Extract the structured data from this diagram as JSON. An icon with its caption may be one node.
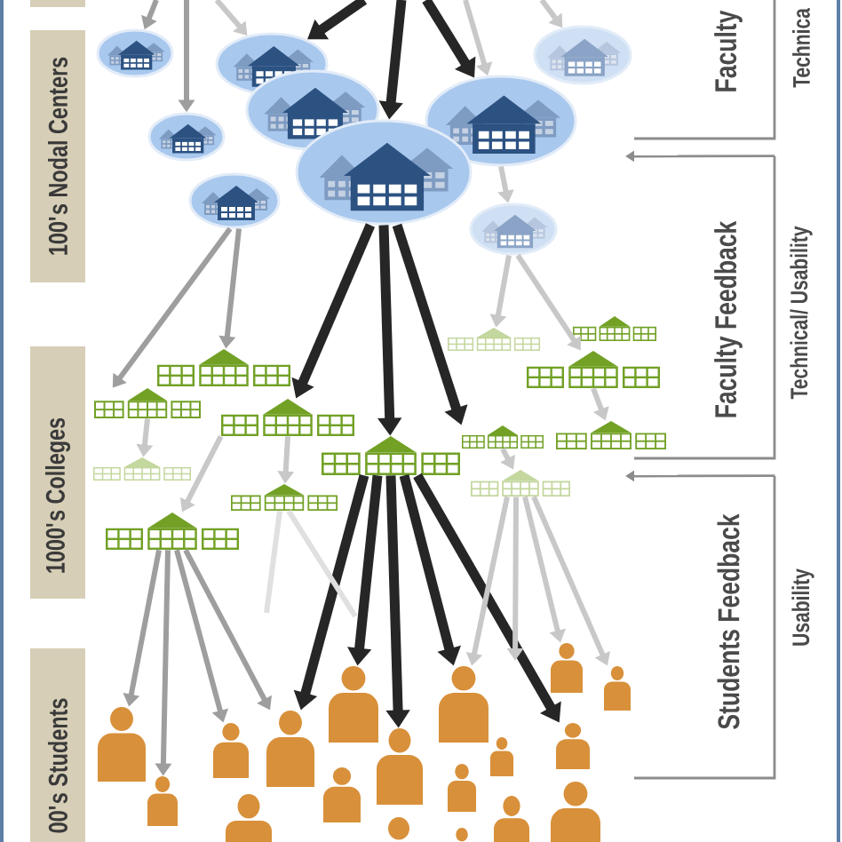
{
  "diagram": {
    "nodes": [
      {
        "text": [],
        "shape": "box"
      },
      {
        "text": [
          "100's Nodal Centers"
        ]
      },
      {
        "text": [
          "1000's Colleges"
        ]
      },
      {
        "text": [
          "00's Students"
        ]
      },
      {
        "text": [
          "Faculty"
        ],
        "beside": [
          "Technica"
        ]
      },
      {
        "text": [
          "Faculty Feedback"
        ],
        "beside": [
          "Technical/ Usability"
        ]
      },
      {
        "text": [
          "Students Feedback"
        ],
        "beside": [
          "Usability"
        ]
      },
      {
        "text": [],
        "shape": "picture"
      },
      {
        "text": [],
        "shape": "picture"
      },
      {
        "text": [],
        "shape": "picture"
      },
      {
        "text": [],
        "shape": "picture"
      },
      {
        "text": [],
        "shape": "picture"
      },
      {
        "text": [],
        "shape": "picture"
      },
      {
        "text": [],
        "shape": "picture"
      },
      {
        "text": [],
        "shape": "picture"
      },
      {
        "text": [],
        "shape": "picture"
      },
      {
        "text": [],
        "shape": "picture"
      },
      {
        "text": [],
        "shape": "picture"
      },
      {
        "text": [],
        "shape": "picture"
      },
      {
        "text": [],
        "shape": "picture"
      },
      {
        "text": [],
        "shape": "picture"
      },
      {
        "text": [],
        "shape": "picture"
      },
      {
        "text": [],
        "shape": "picture"
      },
      {
        "text": [],
        "shape": "picture"
      },
      {
        "text": [],
        "shape": "picture"
      },
      {
        "text": [],
        "shape": "picture"
      },
      {
        "text": [],
        "shape": "picture"
      },
      {
        "text": [],
        "shape": "picture"
      },
      {
        "text": [],
        "shape": "picture"
      },
      {
        "text": [],
        "shape": "person"
      },
      {
        "text": [],
        "shape": "person"
      },
      {
        "text": [],
        "shape": "person"
      },
      {
        "text": [],
        "shape": "person"
      },
      {
        "text": [],
        "shape": "person"
      },
      {
        "text": [],
        "shape": "person"
      },
      {
        "text": [],
        "shape": "person"
      },
      {
        "text": [],
        "shape": "person"
      },
      {
        "text": [],
        "shape": "person"
      },
      {
        "text": [],
        "shape": "person"
      },
      {
        "text": [],
        "shape": "person"
      },
      {
        "text": [],
        "shape": "person"
      },
      {
        "text": [],
        "shape": "person"
      },
      {
        "text": [],
        "shape": "person"
      },
      {
        "text": [],
        "shape": "person"
      },
      {
        "text": [],
        "shape": "person"
      },
      {
        "text": [],
        "shape": "person"
      },
      {
        "text": [],
        "shape": "person"
      }
    ],
    "edges": [
      {
        "from": null,
        "to": 7,
        "arrow": "to",
        "color": "#9e9e9e"
      },
      {
        "from": null,
        "to": 8,
        "arrow": "to"
      },
      {
        "from": null,
        "to": 10,
        "arrow": "to",
        "color": "#9e9e9e"
      },
      {
        "from": null,
        "to": 8,
        "arrow": "to",
        "style": "thick",
        "color": "#262626"
      },
      {
        "from": null,
        "to": 11,
        "arrow": "to",
        "style": "thick",
        "color": "#262626"
      },
      {
        "from": null,
        "to": 12,
        "arrow": "to",
        "style": "thick",
        "color": "#262626"
      },
      {
        "from": null,
        "to": 12,
        "arrow": "to"
      },
      {
        "from": null,
        "to": 13,
        "arrow": "to"
      },
      {
        "from": 12,
        "to": 15,
        "arrow": "to"
      },
      {
        "from": 14,
        "to": 16,
        "arrow": "to",
        "color": "#9e9e9e"
      },
      {
        "from": 14,
        "to": 17,
        "arrow": "to",
        "color": "#9e9e9e"
      },
      {
        "from": 11,
        "to": 21,
        "arrow": "to",
        "style": "thick",
        "color": "#262626"
      },
      {
        "from": 11,
        "to": 22,
        "arrow": "to",
        "style": "thick",
        "color": "#262626"
      },
      {
        "from": 11,
        "to": 23,
        "arrow": "to",
        "style": "thick",
        "color": "#262626"
      },
      {
        "from": 15,
        "to": 18,
        "arrow": "to"
      },
      {
        "from": 15,
        "to": 20,
        "arrow": "to"
      },
      {
        "from": 16,
        "to": 25,
        "arrow": "to"
      },
      {
        "from": 21,
        "to": 28,
        "arrow": "to"
      },
      {
        "from": 21,
        "to": 27,
        "arrow": "to"
      },
      {
        "from": 20,
        "to": 24,
        "arrow": "to"
      },
      {
        "from": 23,
        "to": 26,
        "arrow": "to"
      },
      {
        "from": 28,
        "to": 29,
        "arrow": "to",
        "color": "#9e9e9e"
      },
      {
        "from": 28,
        "to": 30,
        "arrow": "to",
        "color": "#9e9e9e"
      },
      {
        "from": 28,
        "to": 31,
        "arrow": "to",
        "color": "#9e9e9e"
      },
      {
        "from": 28,
        "to": 32,
        "arrow": "to",
        "color": "#9e9e9e"
      },
      {
        "from": 22,
        "to": 32,
        "arrow": "to",
        "style": "thick",
        "color": "#262626"
      },
      {
        "from": 22,
        "to": 34,
        "arrow": "to",
        "style": "thick",
        "color": "#262626"
      },
      {
        "from": 22,
        "to": 36,
        "arrow": "to",
        "style": "thick",
        "color": "#262626"
      },
      {
        "from": 22,
        "to": 38,
        "arrow": "to",
        "style": "thick",
        "color": "#262626"
      },
      {
        "from": 22,
        "to": 45,
        "arrow": "to",
        "style": "thick",
        "color": "#262626"
      },
      {
        "from": 26,
        "to": 38,
        "arrow": "to"
      },
      {
        "from": 26,
        "to": null,
        "arrow": "to"
      },
      {
        "from": 26,
        "to": 43,
        "arrow": "to"
      },
      {
        "from": 26,
        "to": 44,
        "arrow": "to"
      },
      {
        "from": 27,
        "to": null,
        "arrow": "none",
        "color": "#e0e0e0"
      },
      {
        "from": 27,
        "to": null,
        "arrow": "none",
        "color": "#e0e0e0"
      },
      {
        "from": 5,
        "to": null,
        "arrow": "to",
        "color": "#8c8c8c"
      },
      {
        "from": 6,
        "to": null,
        "arrow": "to",
        "color": "#8c8c8c"
      }
    ]
  }
}
